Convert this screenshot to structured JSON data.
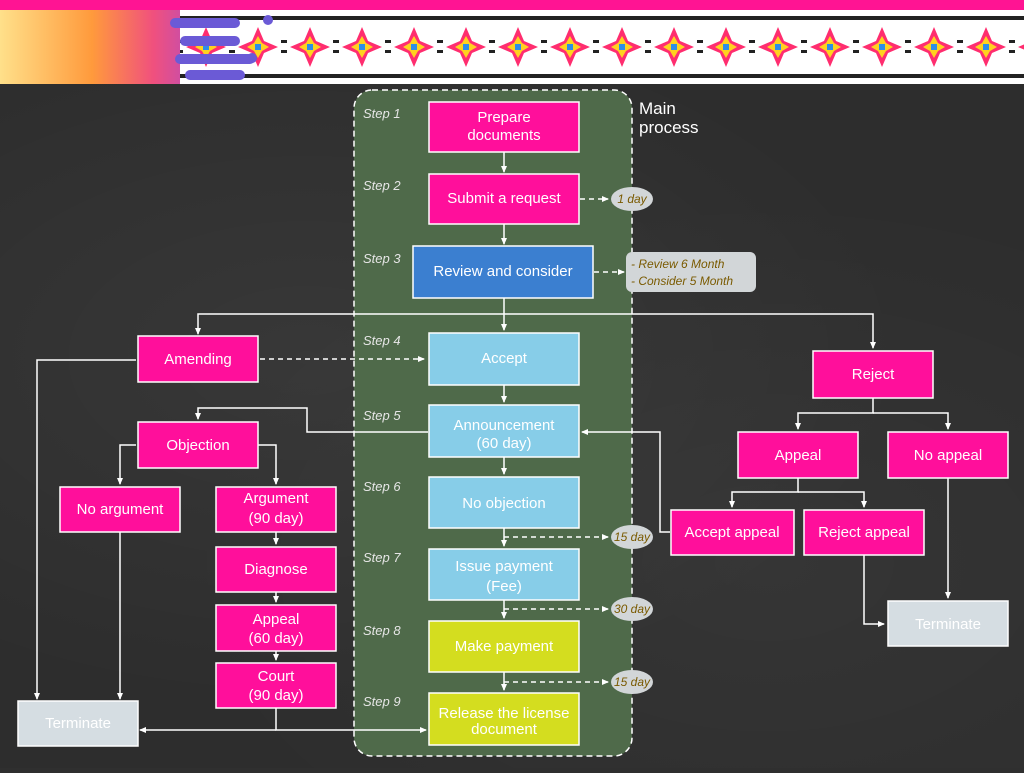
{
  "process": {
    "main_label_line1": "Main",
    "main_label_line2": "process",
    "steps": [
      "Step 1",
      "Step 2",
      "Step 3",
      "Step 4",
      "Step 5",
      "Step 6",
      "Step 7",
      "Step 8",
      "Step 9"
    ],
    "main": {
      "prepare_line1": "Prepare",
      "prepare_line2": "documents",
      "submit": "Submit a request",
      "review": "Review and consider",
      "accept": "Accept",
      "announcement_line1": "Announcement",
      "announcement_line2": "(60 day)",
      "no_objection": "No objection",
      "issue_line1": "Issue payment",
      "issue_line2": "(Fee)",
      "make_payment": "Make payment",
      "release_line1": "Release the license",
      "release_line2": "document"
    },
    "timing": {
      "submit": "1 day",
      "review_line1": "- Review 6 Month",
      "review_line2": "- Consider 5 Month",
      "no_objection": "15 day",
      "issue": "30 day",
      "make_payment": "15 day"
    },
    "left": {
      "amending": "Amending",
      "objection": "Objection",
      "no_argument": "No argument",
      "argument_line1": "Argument",
      "argument_line2": "(90 day)",
      "diagnose": "Diagnose",
      "appeal_line1": "Appeal",
      "appeal_line2": "(60 day)",
      "court_line1": "Court",
      "court_line2": "(90 day)",
      "terminate": "Terminate"
    },
    "right": {
      "reject": "Reject",
      "appeal": "Appeal",
      "no_appeal": "No appeal",
      "accept_appeal": "Accept appeal",
      "reject_appeal": "Reject appeal",
      "terminate": "Terminate"
    }
  },
  "colors": {
    "magenta": "#ff0f9b",
    "blue": "#3b7fd0",
    "light_blue": "#87cde8",
    "olive": "#d4dd1f",
    "grey_box": "#d5dde2",
    "main_panel": "#4f6a4a"
  }
}
